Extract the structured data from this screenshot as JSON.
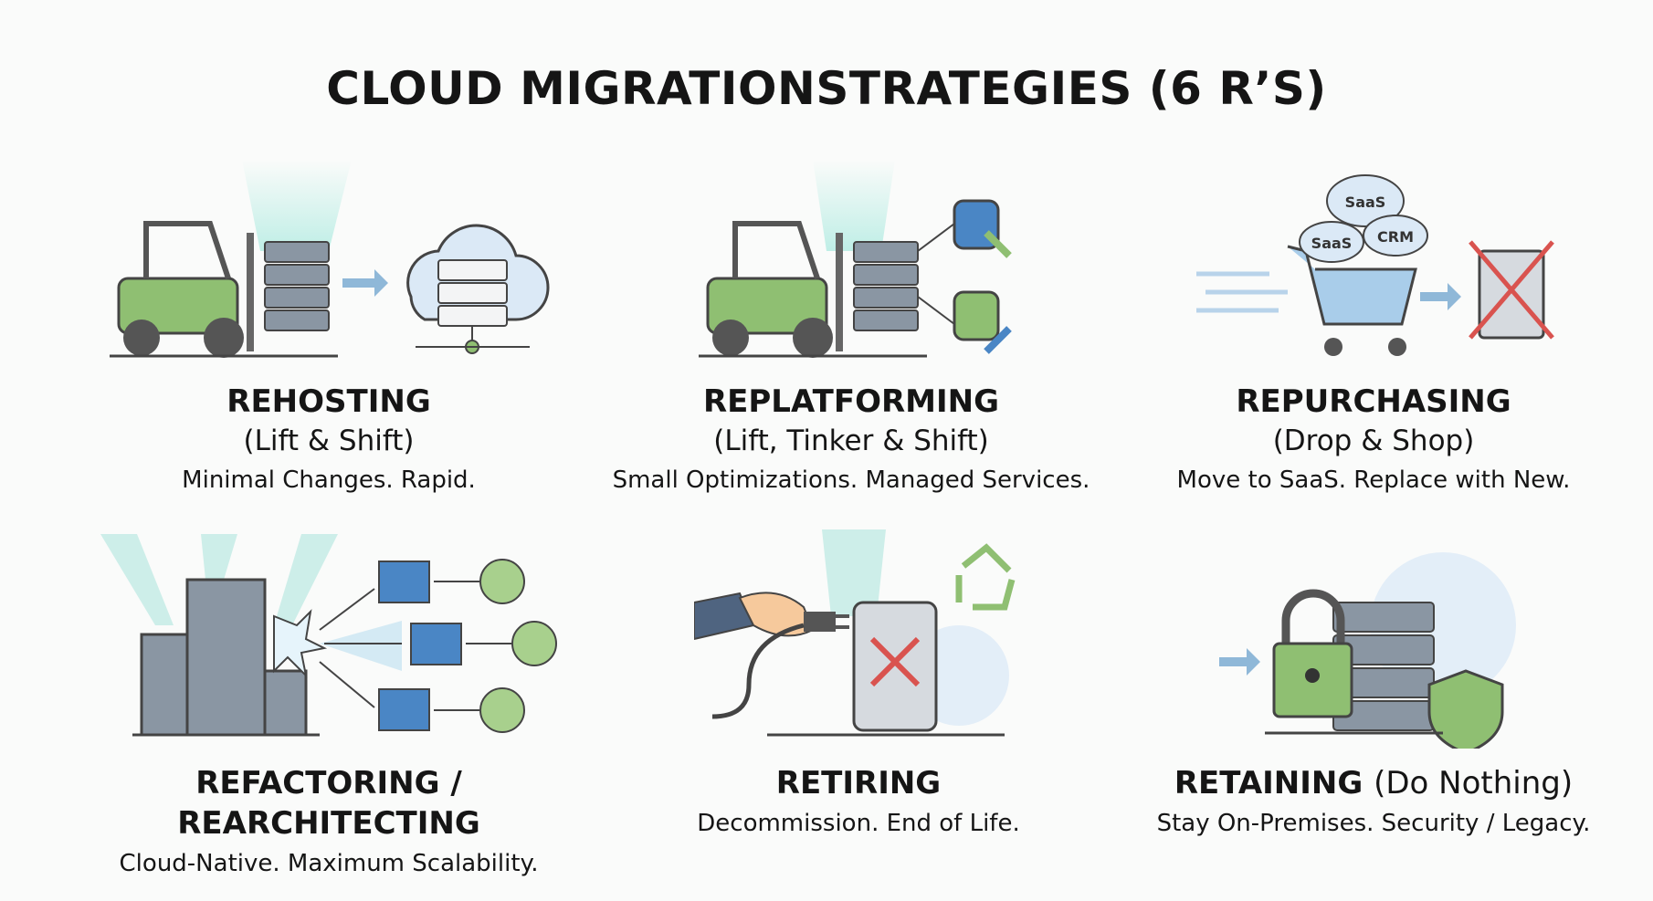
{
  "title": "CLOUD MIGRATIONSTRATEGIES (6 R’S)",
  "colors": {
    "green": "#8fbf72",
    "blue": "#4a86c5",
    "grey": "#6f7a86",
    "red": "#d9534f",
    "glow": "#cdeee9"
  },
  "strategies": [
    {
      "name": "REHOSTING",
      "subtitle": "(Lift & Shift)",
      "description": "Minimal Changes. Rapid.",
      "icon": "forklift-server-to-cloud-icon"
    },
    {
      "name": "REPLATFORMING",
      "subtitle": "(Lift, Tinker & Shift)",
      "description": "Small Optimizations. Managed Services.",
      "icon": "forklift-database-wrench-icon"
    },
    {
      "name": "REPURCHASING",
      "subtitle": "(Drop & Shop)",
      "description": "Move to SaaS. Replace with New.",
      "icon": "shopping-cart-saas-icon",
      "labels": [
        "SaaS",
        "SaaS",
        "CRM"
      ]
    },
    {
      "name": "REFACTORING / REARCHITECTING",
      "subtitle": "",
      "description": "Cloud-Native. Maximum Scalability.",
      "icon": "building-to-microservices-icon"
    },
    {
      "name": "RETIRING",
      "subtitle": "",
      "description": "Decommission. End of Life.",
      "icon": "unplug-server-icon"
    },
    {
      "name": "RETAINING",
      "subtitle": "(Do Nothing)",
      "description": "Stay On-Premises. Security / Legacy.",
      "icon": "lock-server-shield-icon"
    }
  ]
}
